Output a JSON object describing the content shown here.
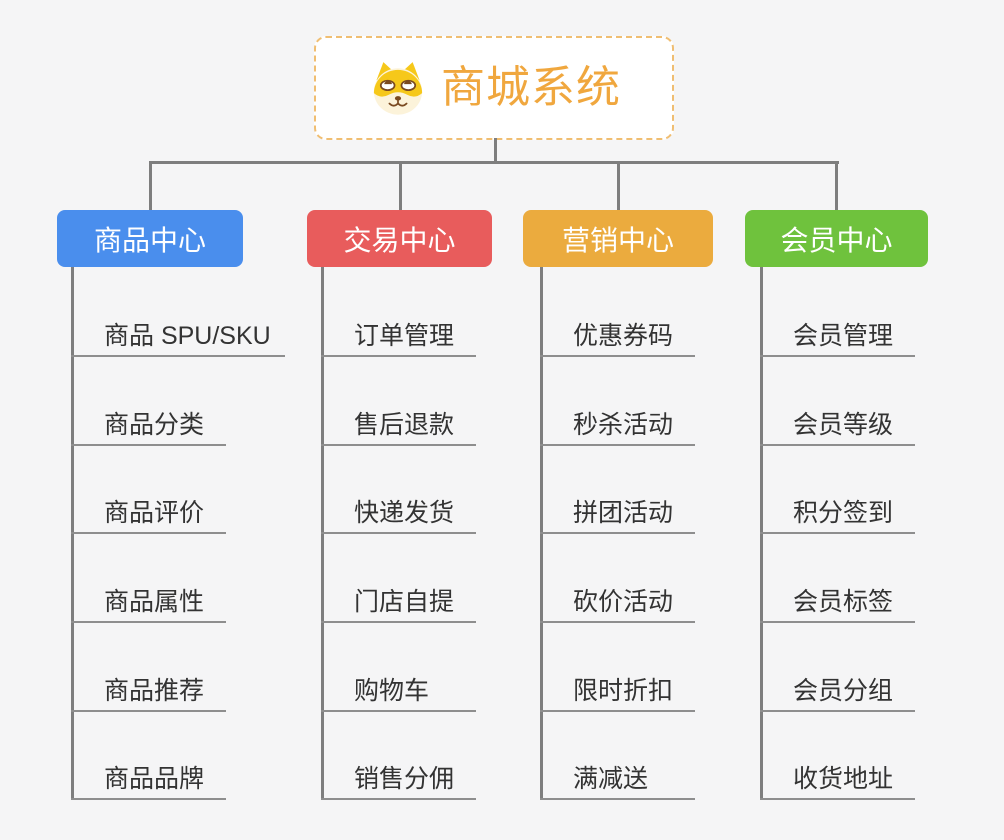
{
  "theme": {
    "background": "#F5F5F6",
    "connector": "#7E7E7E",
    "leaf_line": "#8E8E8E",
    "leaf_text": "#333333"
  },
  "root": {
    "title": "商城系统",
    "icon": "shiba-dog-icon",
    "text_color": "#F0A73E",
    "border_color": "#F0BE72",
    "background": "#FFFFFF"
  },
  "branches": [
    {
      "label": "商品中心",
      "color": "#4A8EED",
      "items": [
        "商品 SPU/SKU",
        "商品分类",
        "商品评价",
        "商品属性",
        "商品推荐",
        "商品品牌"
      ]
    },
    {
      "label": "交易中心",
      "color": "#E85C5C",
      "items": [
        "订单管理",
        "售后退款",
        "快递发货",
        "门店自提",
        "购物车",
        "销售分佣"
      ]
    },
    {
      "label": "营销中心",
      "color": "#EBAB3E",
      "items": [
        "优惠券码",
        "秒杀活动",
        "拼团活动",
        "砍价活动",
        "限时折扣",
        "满减送"
      ]
    },
    {
      "label": "会员中心",
      "color": "#6FC23D",
      "items": [
        "会员管理",
        "会员等级",
        "积分签到",
        "会员标签",
        "会员分组",
        "收货地址"
      ]
    }
  ]
}
